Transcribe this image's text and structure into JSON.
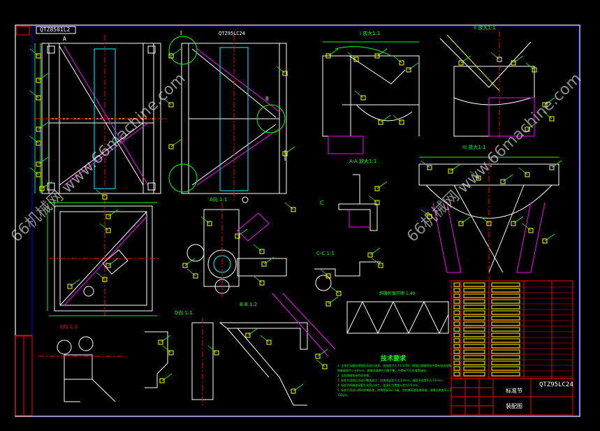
{
  "drawing": {
    "number_tab": "QTZ8501L2",
    "title_code": "QTZ95LC24",
    "part_name": "标准节",
    "material_note": "装配图"
  },
  "views": {
    "upper_left_tag": "QTZ95LC24",
    "section_label_A": "A",
    "detail_I": "I 放大1:1",
    "detail_II": "II 放大1:1",
    "detail_III": "III 放大1:1",
    "view_A": "A向 1:1",
    "section_AA": "A-A 放大1:1",
    "view_C": "C",
    "section_CC": "C-C 1:1",
    "section_BB": "B-B 1:2",
    "view_D": "D向 1:1",
    "view_E": "E向 1:1",
    "lattice_title": "斜腹杆展开图 1:40",
    "roman_I": "I",
    "roman_II": "II"
  },
  "tech_notes": {
    "title": "技术要求",
    "lines": [
      "1. 主弦杆及腹杆焊接前须进行校直，直线度不大于1/1000；焊接后焊缝两侧不得有咬边现象，",
      "   焊缝高度不小于6mm，焊缝须满焊并打磨平整，不得有气孔夹渣等缺陷；",
      "2. 全部焊缝须经检验合格；",
      "3. 标准节组焊后须进行整体校正，对角线误差不大于3mm，端面平面度不大于1mm；",
      "4. 标准节两端连接套孔须同心加工，连接孔位置度公差为0.5mm；",
      "5. 标准节须进行喷砂除锈处理，除锈等级Sa2.5级，涂底漆两道面漆两道，漆膜总厚度不小于",
      "   120μm。"
    ]
  },
  "watermarks": [
    "66机械网 www.66machine.com",
    "66机械网 www.66machine.com"
  ],
  "colors": {
    "background": "#000000",
    "steel_lines": "#ffffff",
    "dimension": "#00ff00",
    "annotation_boxes": "#ffff00",
    "centerlines": "#ff0000",
    "hidden": "#00ffff",
    "magenta": "#ff00ff",
    "title_block": "#ff0000"
  }
}
